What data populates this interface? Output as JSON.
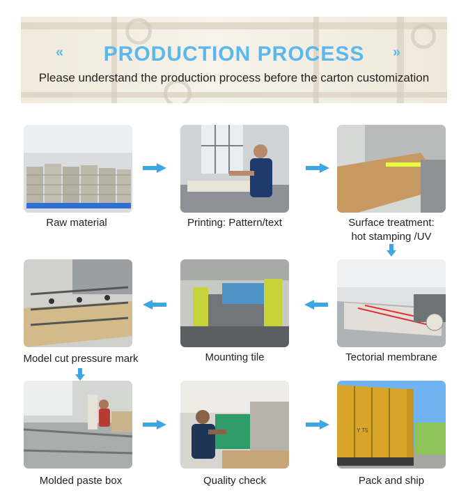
{
  "header": {
    "title": "PRODUCTION PROCESS",
    "subtitle": "Please understand the production process before the carton customization",
    "chevron_left": "«",
    "chevron_right": "»",
    "accent_color": "#5ab8ec",
    "arrow_color": "#3fa6e6"
  },
  "steps": [
    {
      "label": "Raw material"
    },
    {
      "label": "Printing: Pattern/text"
    },
    {
      "label_line1": "Surface treatment:",
      "label_line2": "hot stamping /UV"
    },
    {
      "label": "Model cut pressure mark"
    },
    {
      "label": "Mounting tile"
    },
    {
      "label": "Tectorial membrane"
    },
    {
      "label": "Molded paste box"
    },
    {
      "label": "Quality check"
    },
    {
      "label": "Pack and ship"
    }
  ],
  "truck_plate_text": "Y T5"
}
